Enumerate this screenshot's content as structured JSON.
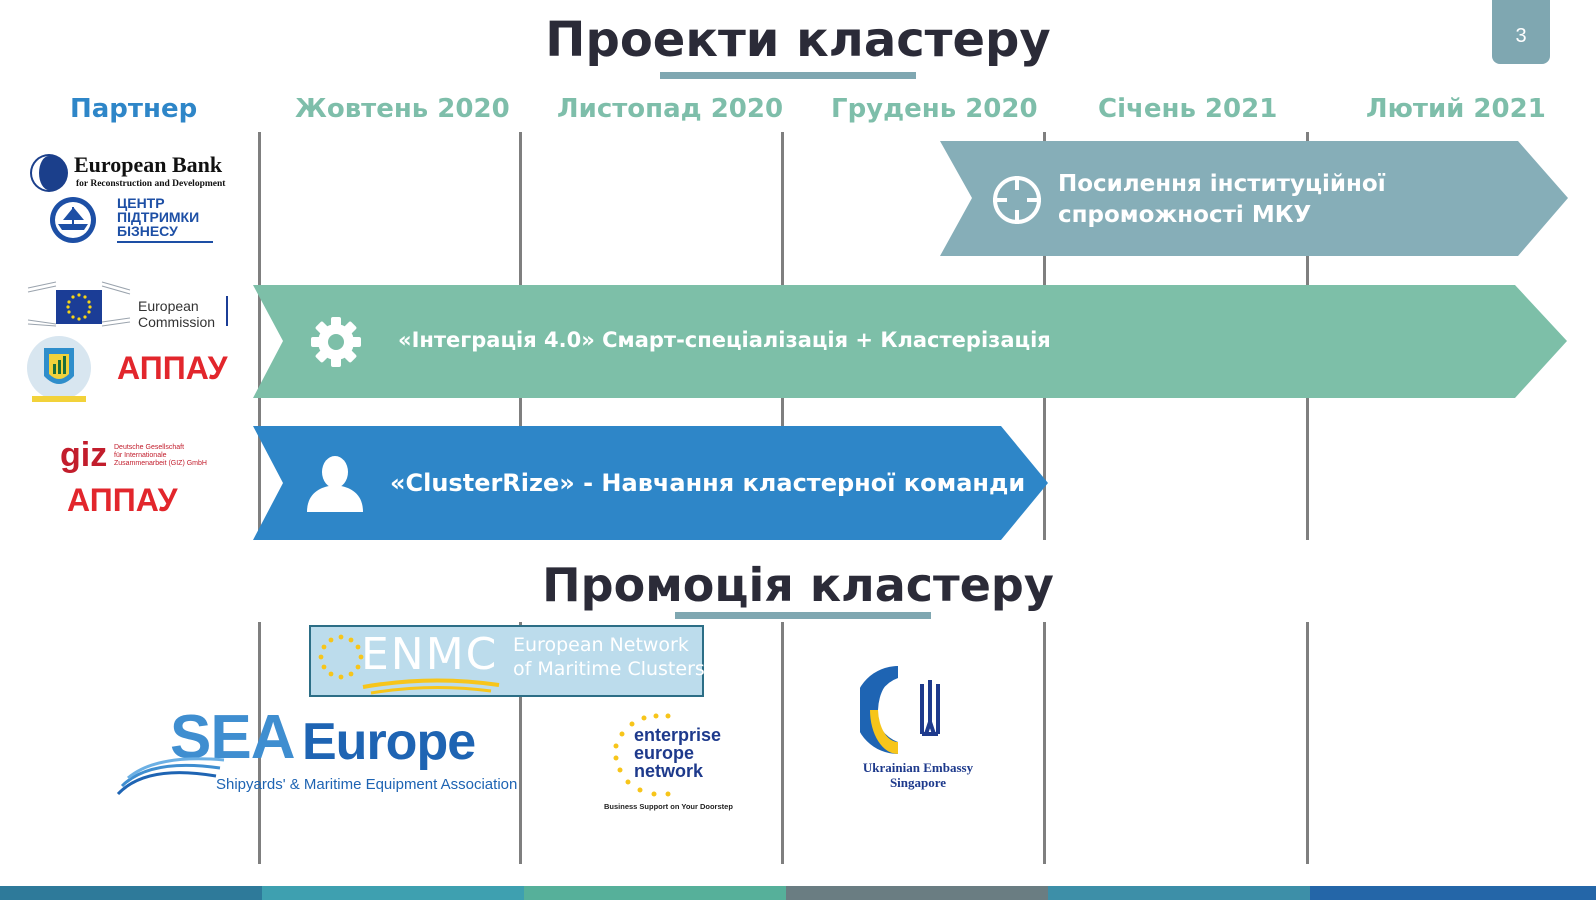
{
  "slide": {
    "title": "Проекти кластеру",
    "page_number": "3",
    "promo_title": "Промоція кластеру"
  },
  "timeline": {
    "partner_header": "Партнер",
    "months": [
      "Жовтень 2020",
      "Листопад 2020",
      "Грудень 2020",
      "Січень 2021",
      "Лютий 2021"
    ]
  },
  "projects": [
    {
      "name": "Посилення інституційної спроможності МКУ",
      "line1": "Посилення інституційної",
      "line2": "спроможності МКУ",
      "icon": "crosshair-icon",
      "color": "#86aeb8"
    },
    {
      "name": "«Інтеграція 4.0» Смарт-спеціалізація + Кластерізація",
      "icon": "gear-icon",
      "color": "#7dbfa8"
    },
    {
      "name": "«ClusterRize» - Навчання кластерної команди",
      "icon": "user-icon",
      "color": "#2e86c8"
    }
  ],
  "partners": {
    "ebrd": {
      "name": "European Bank",
      "sub": "for Reconstruction and Development"
    },
    "business_center": {
      "line1": "ЦЕНТР",
      "line2": "ПІДТРИМКИ",
      "line3": "БІЗНЕСУ"
    },
    "ec": {
      "line1": "European",
      "line2": "Commission"
    },
    "appau_1": "АППАУ",
    "giz": {
      "brand": "giz",
      "line1": "Deutsche Gesellschaft",
      "line2": "für Internationale",
      "line3": "Zusammenarbeit (GIZ) GmbH"
    },
    "appau_2": "АППАУ"
  },
  "promo_logos": {
    "enmc": {
      "brand": "ENMC",
      "line1": "European Network",
      "line2": "of Maritime Clusters"
    },
    "sea_europe": {
      "brand_1": "SEA",
      "brand_2": "Europe",
      "sub": "Shipyards' & Maritime Equipment Association"
    },
    "een": {
      "line1": "enterprise",
      "line2": "europe",
      "line3": "network",
      "tagline": "Business Support on Your Doorstep"
    },
    "embassy": {
      "line1": "Ukrainian Embassy",
      "line2": "Singapore"
    }
  },
  "colors": {
    "title": "#2b2b38",
    "accent_teal": "#7fa7b1",
    "month_green": "#7ebeaa",
    "partner_blue": "#2e86c8",
    "appau_red": "#e2262c"
  }
}
